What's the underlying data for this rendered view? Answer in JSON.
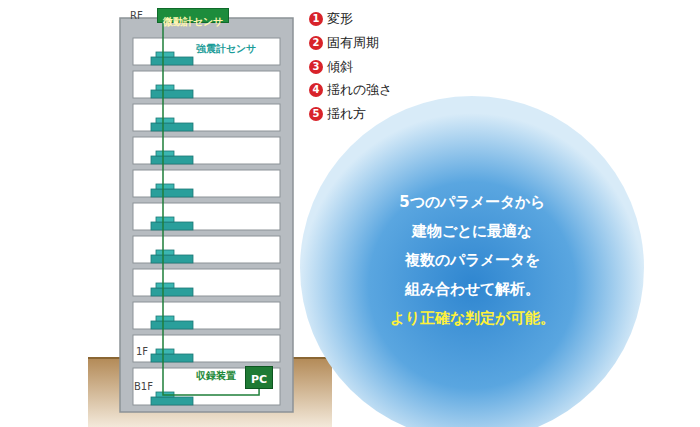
{
  "diagram": {
    "nodes": [
      {
        "text": [
          "微動計センサ"
        ]
      },
      {
        "text": [
          "1",
          "変形"
        ]
      },
      {
        "text": [
          "2",
          "固有周期"
        ]
      },
      {
        "text": [
          "3",
          "傾斜"
        ]
      },
      {
        "text": [
          "4",
          "揺れの強さ"
        ]
      },
      {
        "text": [
          "5",
          "揺れ方"
        ]
      },
      {
        "text": [
          "5つのパラメータから 建物ごとに最適な 複数のパラメータを 組み合わせて解析。",
          "より正確な判定が可能。"
        ]
      },
      {
        "text": [
          "PC"
        ]
      }
    ],
    "edges": [
      {
        "from": 0,
        "to": 7,
        "arrow": "none"
      }
    ],
    "labels": [
      "RF",
      "強震計センサ",
      "1F",
      "B1F",
      "収録装置"
    ]
  }
}
